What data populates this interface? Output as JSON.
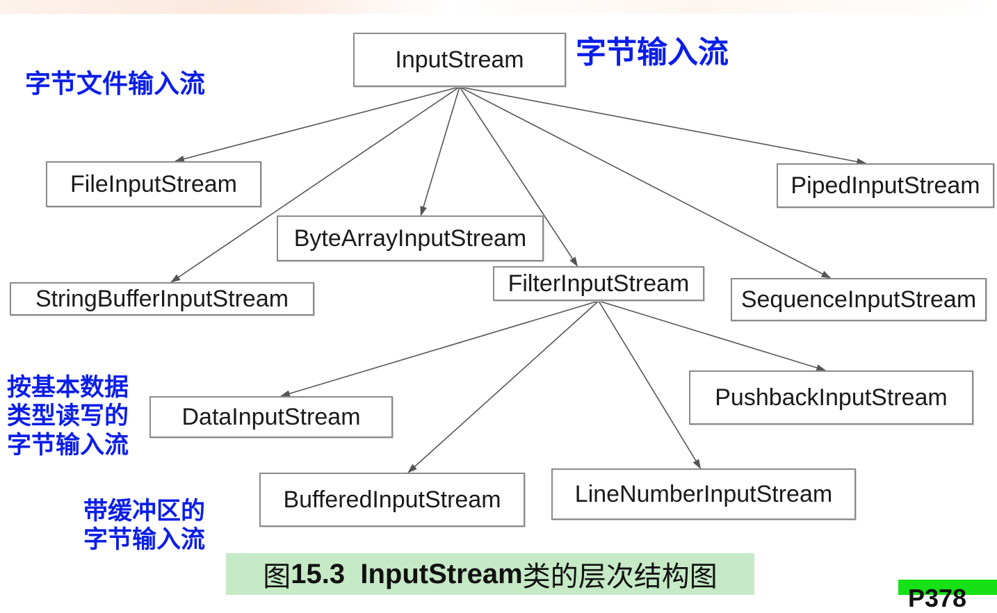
{
  "diagram": {
    "root": "InputStream",
    "classes": {
      "file": "FileInputStream",
      "bytearray": "ByteArrayInputStream",
      "stringbuffer": "StringBufferInputStream",
      "filter": "FilterInputStream",
      "piped": "PipedInputStream",
      "sequence": "SequenceInputStream",
      "data": "DataInputStream",
      "pushback": "PushbackInputStream",
      "buffered": "BufferedInputStream",
      "linenumber": "LineNumberInputStream"
    },
    "edges": [
      [
        "root",
        "file"
      ],
      [
        "root",
        "bytearray"
      ],
      [
        "root",
        "stringbuffer"
      ],
      [
        "root",
        "filter"
      ],
      [
        "root",
        "piped"
      ],
      [
        "root",
        "sequence"
      ],
      [
        "filter",
        "data"
      ],
      [
        "filter",
        "pushback"
      ],
      [
        "filter",
        "buffered"
      ],
      [
        "filter",
        "linenumber"
      ]
    ]
  },
  "annotations": {
    "byte_input_stream": "字节输入流",
    "byte_file_input_stream": "字节文件输入流",
    "primitive_type_stream": "按基本数据\n类型读写的\n字节输入流",
    "buffered_stream": "带缓冲区的\n字节输入流"
  },
  "caption": {
    "prefix": "图",
    "bold": "15.3  InputStream",
    "suffix": "类的层次结构图"
  },
  "page_tag": "P378",
  "colors": {
    "annotation_text": "#0a1ee8",
    "caption_background": "#c6e9c6",
    "page_tag_background": "#16e016",
    "box_border": "#8a8a8a",
    "edge": "#555555"
  }
}
